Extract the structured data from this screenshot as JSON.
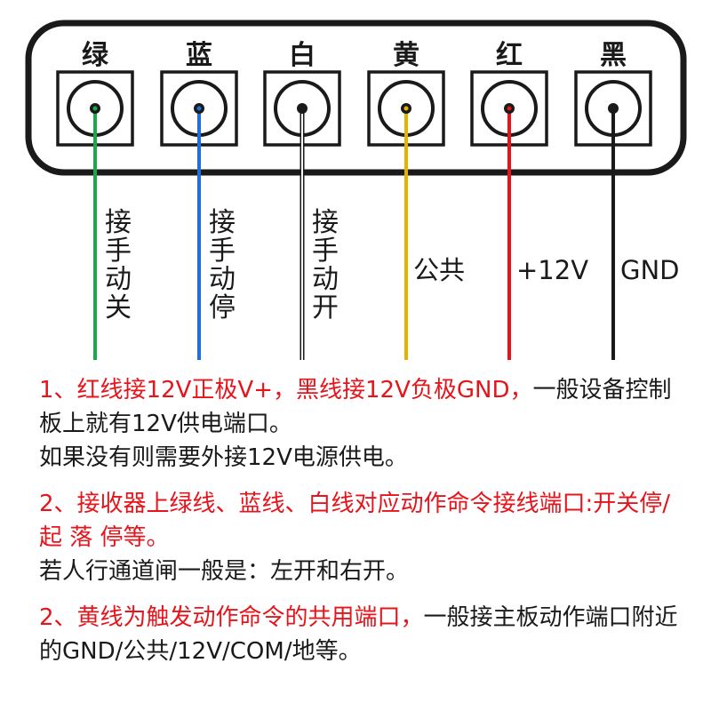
{
  "connector": {
    "pins": [
      {
        "id": "green",
        "top_label": "绿",
        "wire_color": "#19a84a",
        "function_lines": [
          "接",
          "手",
          "动",
          "关"
        ]
      },
      {
        "id": "blue",
        "top_label": "蓝",
        "wire_color": "#1f6fd6",
        "function_lines": [
          "接",
          "手",
          "动",
          "停"
        ]
      },
      {
        "id": "white",
        "top_label": "白",
        "wire_color": "#ffffff",
        "function_lines": [
          "接",
          "手",
          "动",
          "开"
        ]
      },
      {
        "id": "yellow",
        "top_label": "黄",
        "wire_color": "#e2b400",
        "function_lines": [
          "公共"
        ]
      },
      {
        "id": "red",
        "top_label": "红",
        "wire_color": "#e8141b",
        "function_lines": [
          "+12V"
        ]
      },
      {
        "id": "black",
        "top_label": "黑",
        "wire_color": "#1a1a1a",
        "function_lines": [
          "GND"
        ]
      }
    ]
  },
  "notes": [
    {
      "red_text": "1、红线接12V正极V+，黑线接12V负极GND，",
      "dark_text": "一般设备控制板上就有12V供电端口。",
      "extra_line": "如果没有则需要外接12V电源供电。"
    },
    {
      "red_text": "2、接收器上绿线、蓝线、白线对应动作命令接线端口:开关停/起 落 停等。",
      "dark_text": "",
      "extra_line": "若人行通道闸一般是：左开和右开。"
    },
    {
      "red_text": "2、黄线为触发动作命令的共用端口，",
      "dark_text": "一般接主板动作端口附近的GND/公共/12V/COM/地等。",
      "extra_line": ""
    }
  ]
}
